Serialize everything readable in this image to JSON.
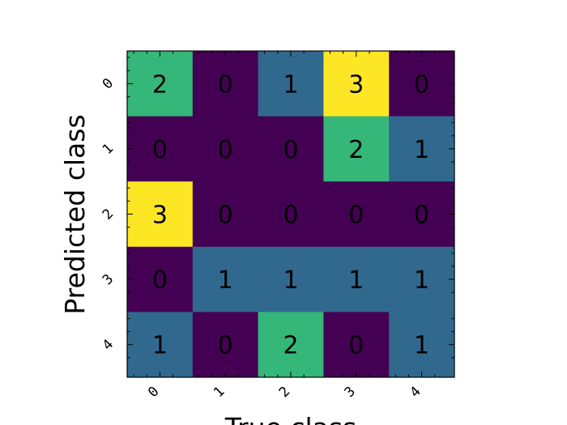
{
  "chart_data": {
    "type": "heatmap",
    "title": "",
    "xlabel": "True class",
    "ylabel": "Predicted class",
    "x_categories": [
      "0",
      "1",
      "2",
      "3",
      "4"
    ],
    "y_categories": [
      "0",
      "1",
      "2",
      "3",
      "4"
    ],
    "values": [
      [
        2,
        0,
        1,
        3,
        0
      ],
      [
        0,
        0,
        0,
        2,
        1
      ],
      [
        3,
        0,
        0,
        0,
        0
      ],
      [
        0,
        1,
        1,
        1,
        1
      ],
      [
        1,
        0,
        2,
        0,
        1
      ]
    ],
    "value_range": [
      0,
      3
    ],
    "colormap": "viridis",
    "colors": {
      "0": "#440154",
      "1": "#31688e",
      "2": "#35b779",
      "3": "#fde725"
    },
    "grid": false,
    "colorbar": false
  }
}
